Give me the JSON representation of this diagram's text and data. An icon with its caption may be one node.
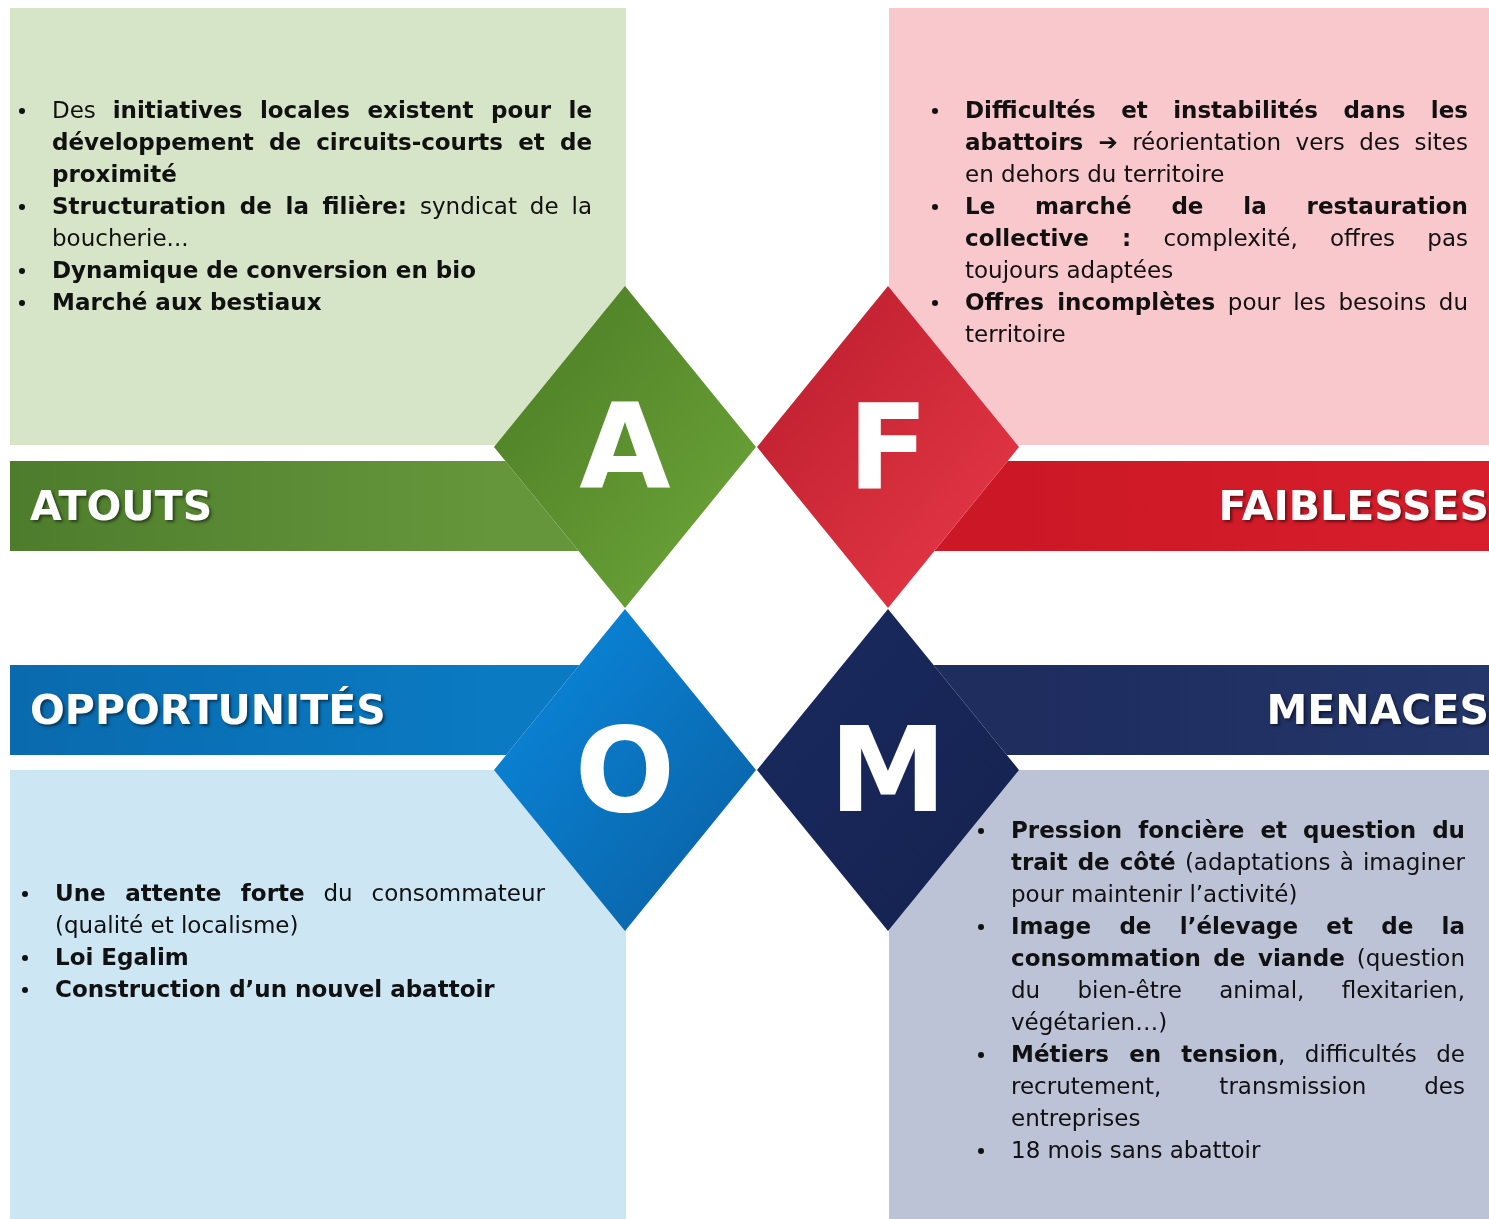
{
  "diagram": {
    "nodes": [
      {
        "text": [
          "Des **initiatives locales existent pour le développement de circuits-courts et de proximité**",
          "**Structuration de la filière:** syndicat de la boucherie...",
          "**Dynamique de conversion en bio**",
          "**Marché aux bestiaux**"
        ]
      },
      {
        "text": [
          "**Difficultés et instabilités dans les abattoirs ➔** réorientation vers des sites en dehors du territoire",
          "**Le marché de la restauration collective :** complexité, offres pas toujours adaptées",
          "**Offres incomplètes** pour les besoins du territoire"
        ]
      },
      {
        "text": [
          "**Une attente forte** du consommateur (qualité et localisme)",
          "**Loi Egalim**",
          "**Construction d’un nouvel abattoir**"
        ]
      },
      {
        "text": [
          "**Pression foncière et question du trait de côté** (adaptations à imaginer pour maintenir l’activité)",
          "**Image de l’élevage et de la consommation de viande** (question du bien-être animal, flexitarien, végétarien…)",
          "**Métiers en tension**, difficultés de recrutement, transmission des entreprises",
          "18 mois sans abattoir"
        ]
      },
      {
        "text": [
          "ATOUTS"
        ]
      },
      {
        "text": [
          "FAIBLESSES"
        ]
      },
      {
        "text": [
          "OPPORTUNITÉS"
        ]
      },
      {
        "text": [
          "MENACES"
        ]
      },
      {
        "text": [
          "A"
        ]
      },
      {
        "text": [
          "F"
        ]
      },
      {
        "text": [
          "O"
        ]
      },
      {
        "text": [
          "M"
        ]
      }
    ]
  }
}
